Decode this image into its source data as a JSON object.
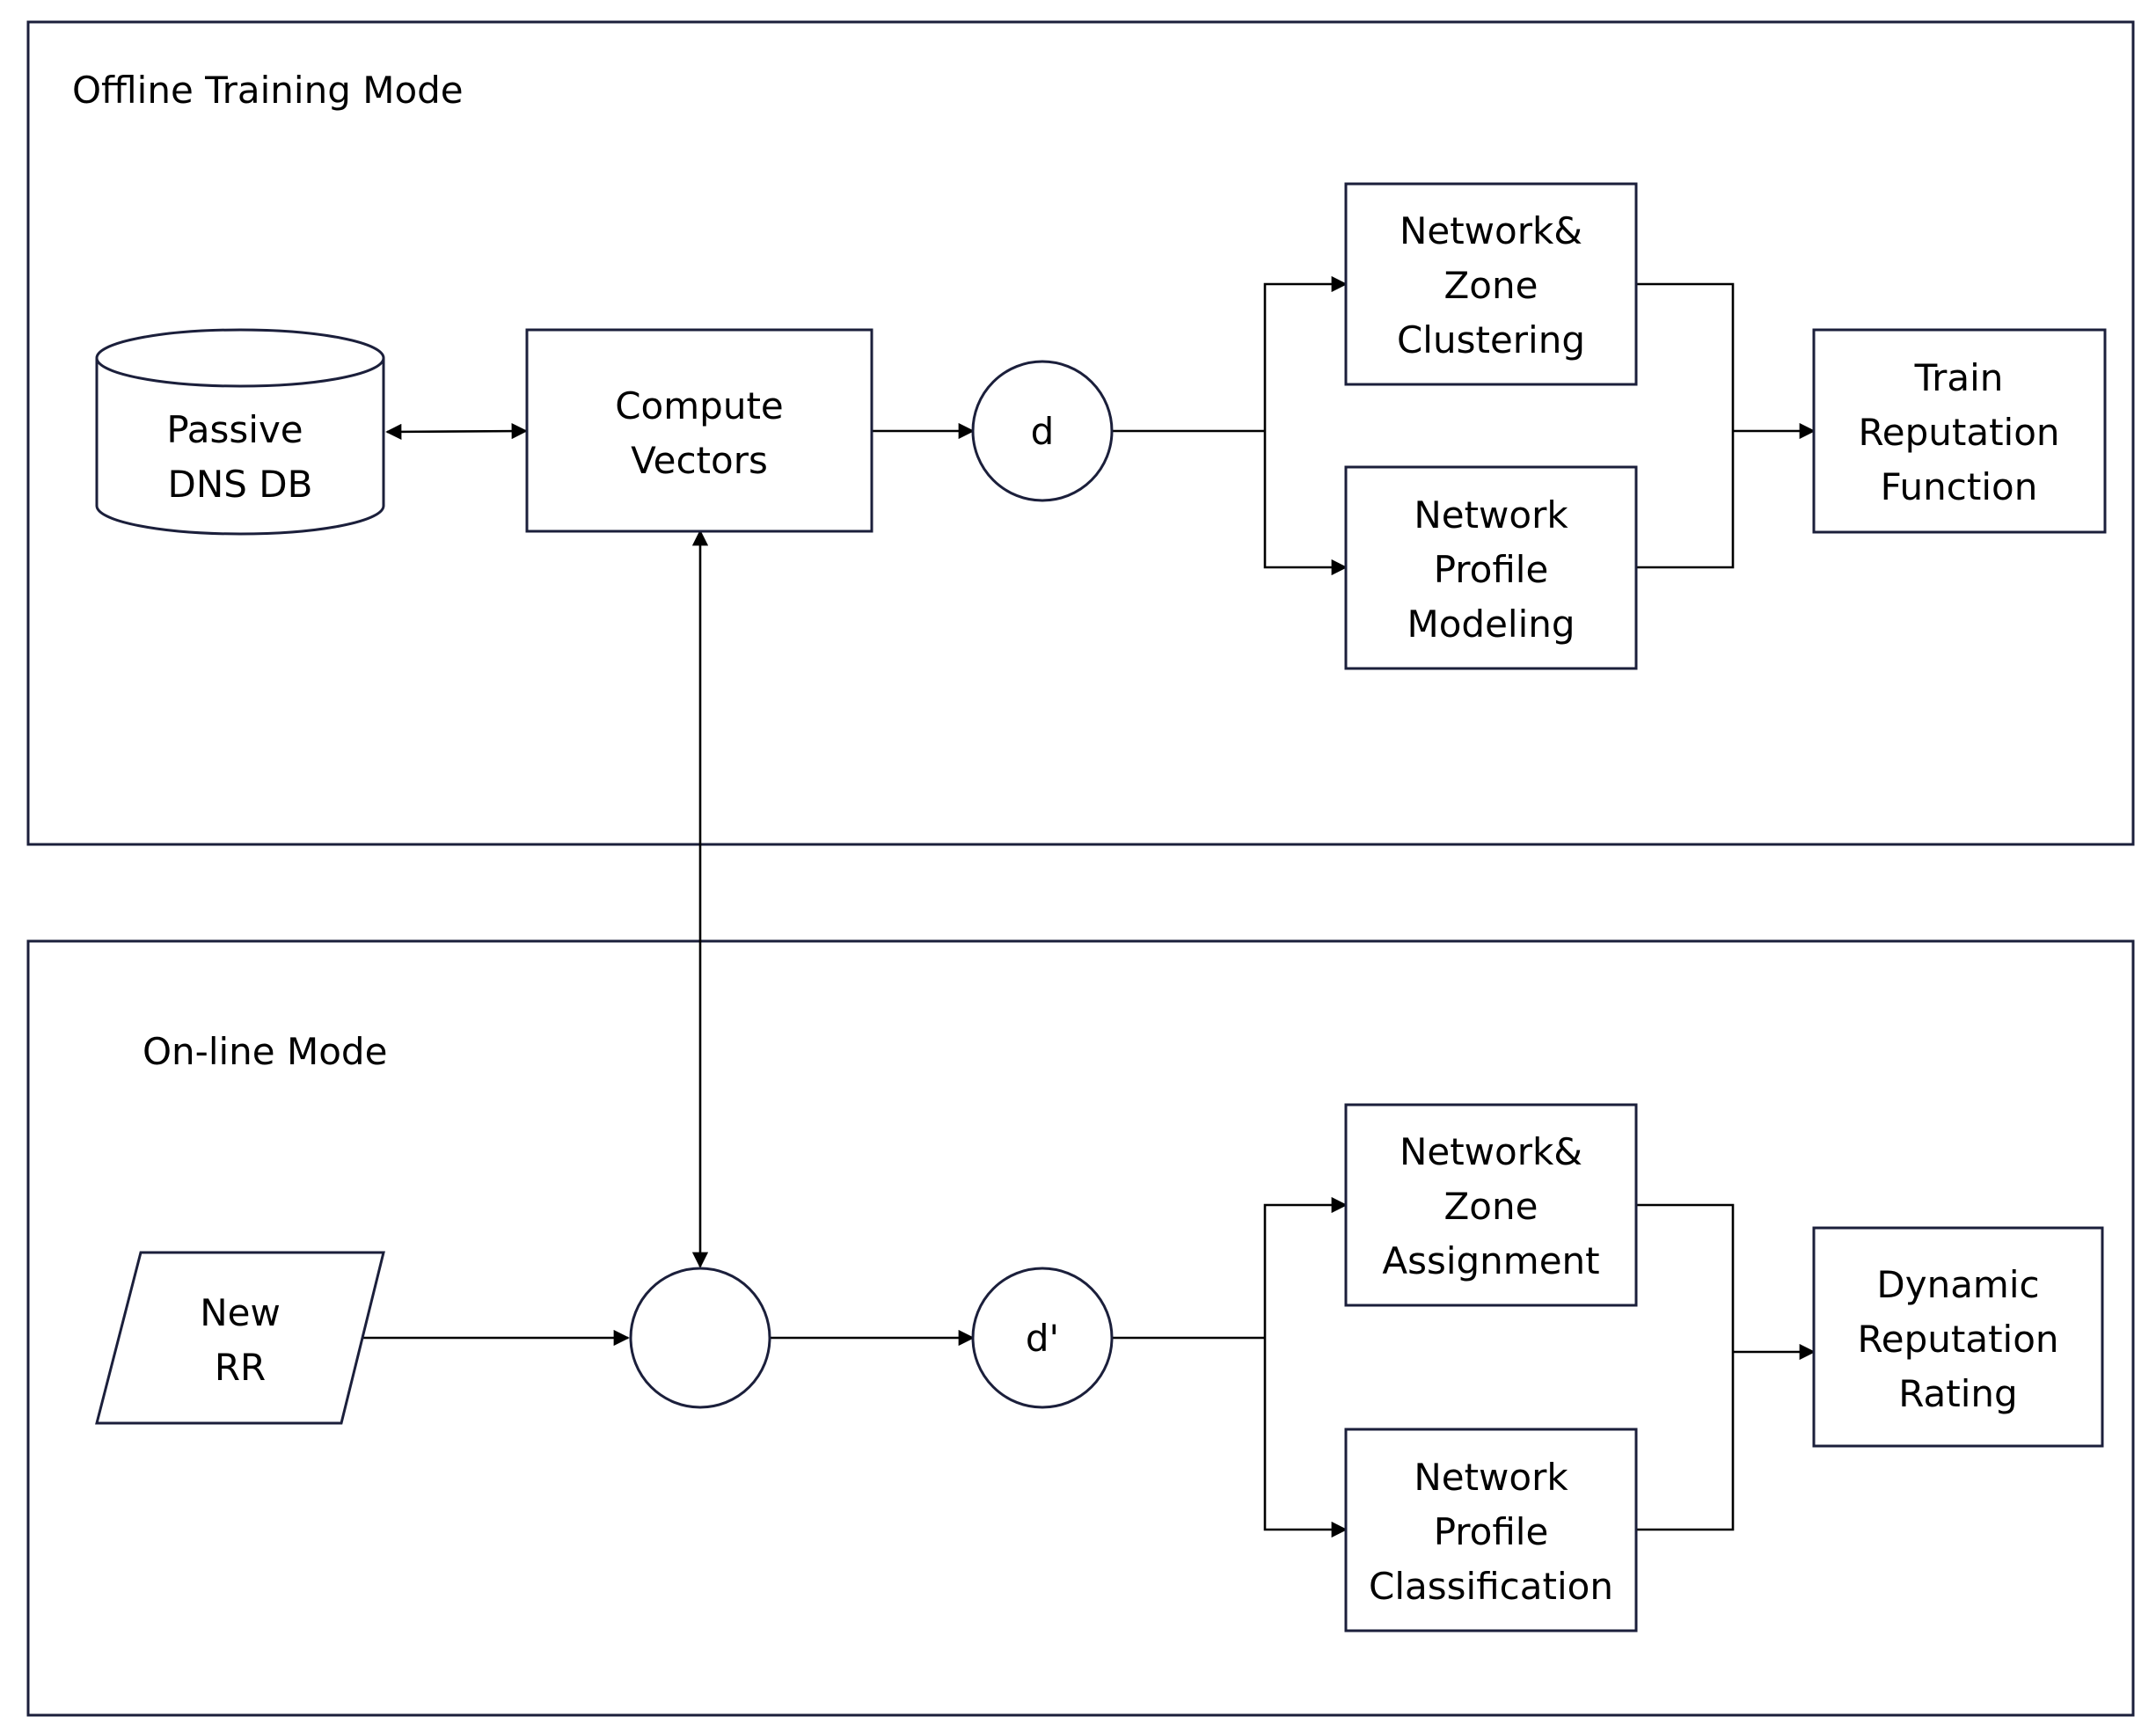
{
  "panels": {
    "offline_title": "Offline Training Mode",
    "online_title": "On-line Mode"
  },
  "nodes": {
    "passive_dns": [
      "Passive",
      "DNS DB"
    ],
    "compute_vectors": [
      "Compute",
      "Vectors"
    ],
    "d": "d",
    "net_zone_clustering": [
      "Network&",
      "Zone",
      "Clustering"
    ],
    "net_profile_modeling": [
      "Network",
      "Profile",
      "Modeling"
    ],
    "train_reputation": [
      "Train",
      "Reputation",
      "Function"
    ],
    "new_rr": [
      "New",
      "RR"
    ],
    "d_prime": "d'",
    "net_zone_assignment": [
      "Network&",
      "Zone",
      "Assignment"
    ],
    "net_profile_classification": [
      "Network",
      "Profile",
      "Classification"
    ],
    "dynamic_reputation": [
      "Dynamic",
      "Reputation",
      "Rating"
    ]
  },
  "colors": {
    "border": "#1b1f3b",
    "line": "#000000"
  }
}
